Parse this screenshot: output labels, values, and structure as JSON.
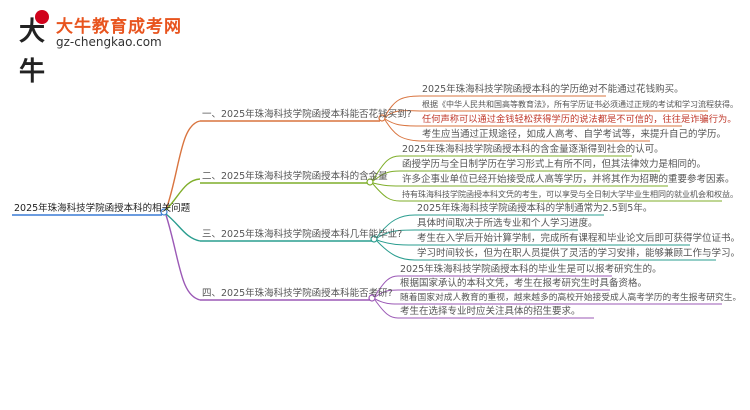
{
  "logo": {
    "mark": "大牛",
    "title": "大牛教育成考网",
    "url": "gz-chengkao.com"
  },
  "colors": {
    "branch1": "#d9743f",
    "branch2": "#7fae2a",
    "branch3": "#2a9d8f",
    "branch4": "#9b59b6",
    "root": "#3a7bd5",
    "accent_text": "#c0392b"
  },
  "mindmap": {
    "root": "2025年珠海科技学院函授本科的相关问题",
    "branches": [
      {
        "label": "一、2025年珠海科技学院函授本科能否花钱买到?",
        "leaves": [
          "2025年珠海科技学院函授本科的学历绝对不能通过花钱购买。",
          "根据《中华人民共和国高等教育法》，所有学历证书必须通过正规的考试和学习流程获得。",
          "任何声称可以通过金钱轻松获得学历的说法都是不可信的，往往是诈骗行为。",
          "考生应当通过正规途径，如成人高考、自学考试等，来提升自己的学历。"
        ]
      },
      {
        "label": "二、2025年珠海科技学院函授本科的含金量",
        "leaves": [
          "2025年珠海科技学院函授本科的含金量逐渐得到社会的认可。",
          "函授学历与全日制学历在学习形式上有所不同，但其法律效力是相同的。",
          "许多企事业单位已经开始接受成人高等学历，并将其作为招聘的重要参考因素。",
          "持有珠海科技学院函授本科文凭的考生，可以享受与全日制大学毕业生相同的就业机会和权益。"
        ]
      },
      {
        "label": "三、2025年珠海科技学院函授本科几年能毕业?",
        "leaves": [
          "2025年珠海科技学院函授本科的学制通常为2.5到5年。",
          "具体时间取决于所选专业和个人学习进度。",
          "考生在入学后开始计算学制，完成所有课程和毕业论文后即可获得学位证书。",
          "学习时间较长，但为在职人员提供了灵活的学习安排，能够兼顾工作与学习。"
        ]
      },
      {
        "label": "四、2025年珠海科技学院函授本科能否考研?",
        "leaves": [
          "2025年珠海科技学院函授本科的毕业生是可以报考研究生的。",
          "根据国家承认的本科文凭，考生在报考研究生时具备资格。",
          "随着国家对成人教育的重视，越来越多的高校开始接受成人高考学历的考生报考研究生。",
          "考生在选择专业时应关注具体的招生要求。"
        ]
      }
    ]
  }
}
